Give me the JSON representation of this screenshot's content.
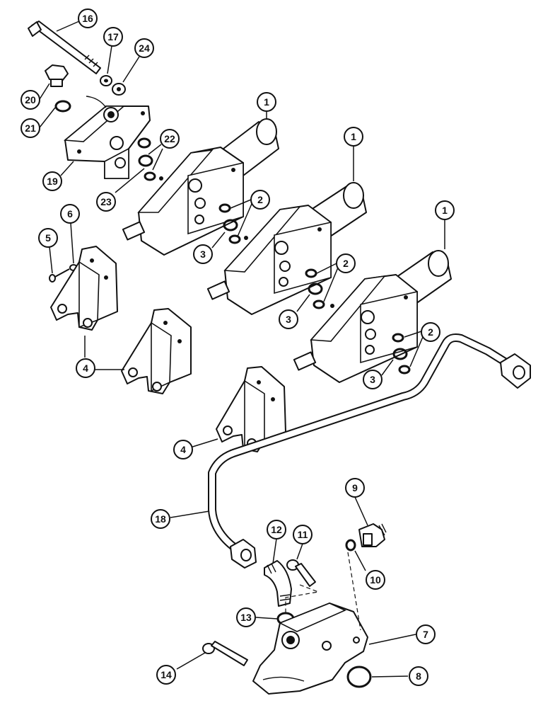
{
  "callouts": [
    {
      "id": "c16",
      "label": "16"
    },
    {
      "id": "c17",
      "label": "17"
    },
    {
      "id": "c24",
      "label": "24"
    },
    {
      "id": "c20",
      "label": "20"
    },
    {
      "id": "c21",
      "label": "21"
    },
    {
      "id": "c19",
      "label": "19"
    },
    {
      "id": "c22",
      "label": "22"
    },
    {
      "id": "c23",
      "label": "23"
    },
    {
      "id": "c1a",
      "label": "1"
    },
    {
      "id": "c1b",
      "label": "1"
    },
    {
      "id": "c1c",
      "label": "1"
    },
    {
      "id": "c2a",
      "label": "2"
    },
    {
      "id": "c3a",
      "label": "3"
    },
    {
      "id": "c2b",
      "label": "2"
    },
    {
      "id": "c3b",
      "label": "3"
    },
    {
      "id": "c2c",
      "label": "2"
    },
    {
      "id": "c3c",
      "label": "3"
    },
    {
      "id": "c5",
      "label": "5"
    },
    {
      "id": "c6",
      "label": "6"
    },
    {
      "id": "c4a",
      "label": "4"
    },
    {
      "id": "c4b",
      "label": "4"
    },
    {
      "id": "c9",
      "label": "9"
    },
    {
      "id": "c18",
      "label": "18"
    },
    {
      "id": "c12",
      "label": "12"
    },
    {
      "id": "c11",
      "label": "11"
    },
    {
      "id": "c10",
      "label": "10"
    },
    {
      "id": "c13",
      "label": "13"
    },
    {
      "id": "c7",
      "label": "7"
    },
    {
      "id": "c14",
      "label": "14"
    },
    {
      "id": "c8",
      "label": "8"
    }
  ]
}
